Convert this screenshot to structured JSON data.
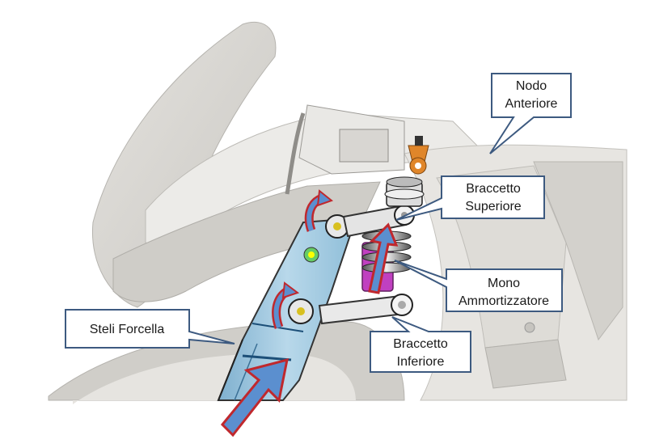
{
  "labels": {
    "nodo_line1": "Nodo",
    "nodo_line2": "Anteriore",
    "bsup_line1": "Braccetto",
    "bsup_line2": "Superiore",
    "mono_line1": "Mono",
    "mono_line2": "Ammortizzatore",
    "steli": "Steli Forcella",
    "binf_line1": "Braccetto",
    "binf_line2": "Inferiore"
  },
  "colors": {
    "callout_border": "#3d5a80",
    "callout_fill": "#ffffff",
    "fork_fill": "#a9cde3",
    "arrow_fill": "#5b8fcf",
    "arrow_stroke": "#c0282d",
    "shock_body": "#c040c0",
    "top_mount": "#e0862a",
    "fairing": "#d9d7d2"
  },
  "icons": {
    "fork": "fork-leg-shape",
    "shock": "mono-shock-shape",
    "arrows": "force-arrow"
  }
}
